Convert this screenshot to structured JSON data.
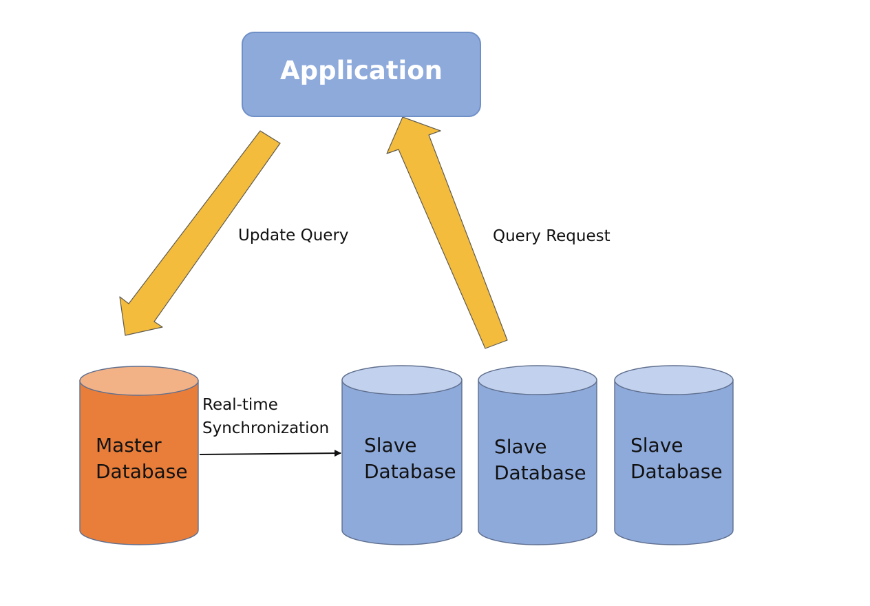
{
  "application": {
    "title": "Application"
  },
  "arrows": {
    "update": {
      "label": "Update Query"
    },
    "query": {
      "label": "Query Request"
    },
    "sync": {
      "line1": "Real-time",
      "line2": "Synchronization"
    }
  },
  "master": {
    "line1": "Master",
    "line2": "Database"
  },
  "slaves": [
    {
      "line1": "Slave",
      "line2": "Database"
    },
    {
      "line1": "Slave",
      "line2": "Database"
    },
    {
      "line1": "Slave",
      "line2": "Database"
    }
  ],
  "colors": {
    "application_fill": "#8eaadb",
    "arrow_fill": "#f4bc3c",
    "master_body": "#e97e3b",
    "master_top": "#f3b286",
    "slave_body": "#8eaadb",
    "slave_top": "#c2d2ee"
  }
}
